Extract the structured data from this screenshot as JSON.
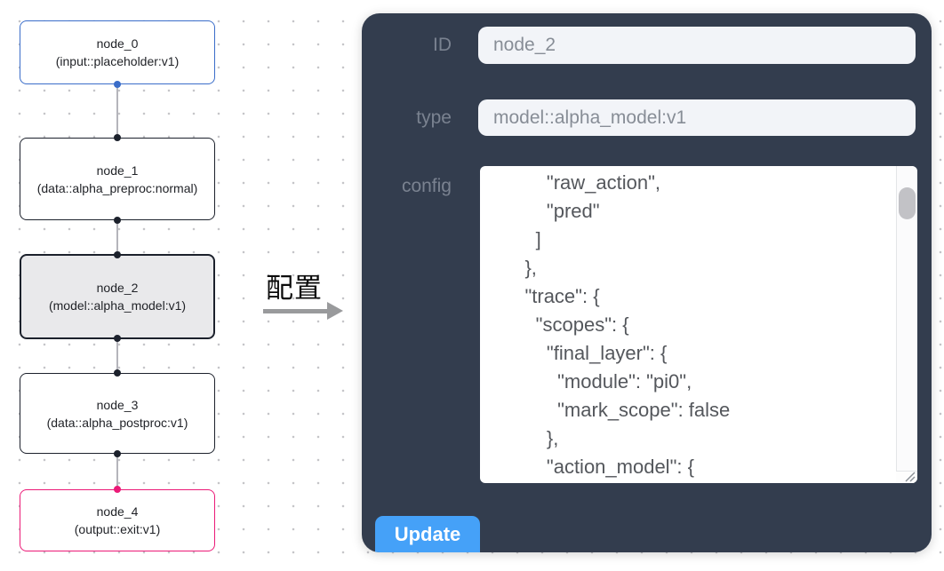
{
  "colors": {
    "panel-bg": "#333d4e",
    "label": "#7a8290",
    "input-bg": "#f2f4f8",
    "input-text": "#878d96",
    "button-bg": "#45a1f8",
    "button-text": "#ffffff",
    "node-text": "#1f2126",
    "node-border": "#1c212c",
    "input-node-border": "#3a6dc9",
    "output-node-border": "#eb1a77",
    "selected-node-bg": "#e9e9eb",
    "edge": "#b5b5bb",
    "grid-dot": "#c5c5c9",
    "code-text": "#54575c",
    "textarea-bg": "#ffffff"
  },
  "graph": {
    "nodes": [
      {
        "title": "node_0",
        "subtitle": "(input::placeholder:v1)",
        "kind": "input",
        "selected": false
      },
      {
        "title": "node_1",
        "subtitle": "(data::alpha_preproc:normal)",
        "kind": "default",
        "selected": false
      },
      {
        "title": "node_2",
        "subtitle": "(model::alpha_model:v1)",
        "kind": "default",
        "selected": true
      },
      {
        "title": "node_3",
        "subtitle": "(data::alpha_postproc:v1)",
        "kind": "default",
        "selected": false
      },
      {
        "title": "node_4",
        "subtitle": "(output::exit:v1)",
        "kind": "output",
        "selected": false
      }
    ]
  },
  "transfer": {
    "label": "配置"
  },
  "panel": {
    "id_label": "ID",
    "id_value": "node_2",
    "type_label": "type",
    "type_value": "model::alpha_model:v1",
    "config_label": "config",
    "config_value": "        \"raw_action\",\n        \"pred\"\n      ]\n    },\n    \"trace\": {\n      \"scopes\": {\n        \"final_layer\": {\n          \"module\": \"pi0\",\n          \"mark_scope\": false\n        },\n        \"action_model\": {",
    "update_label": "Update"
  }
}
